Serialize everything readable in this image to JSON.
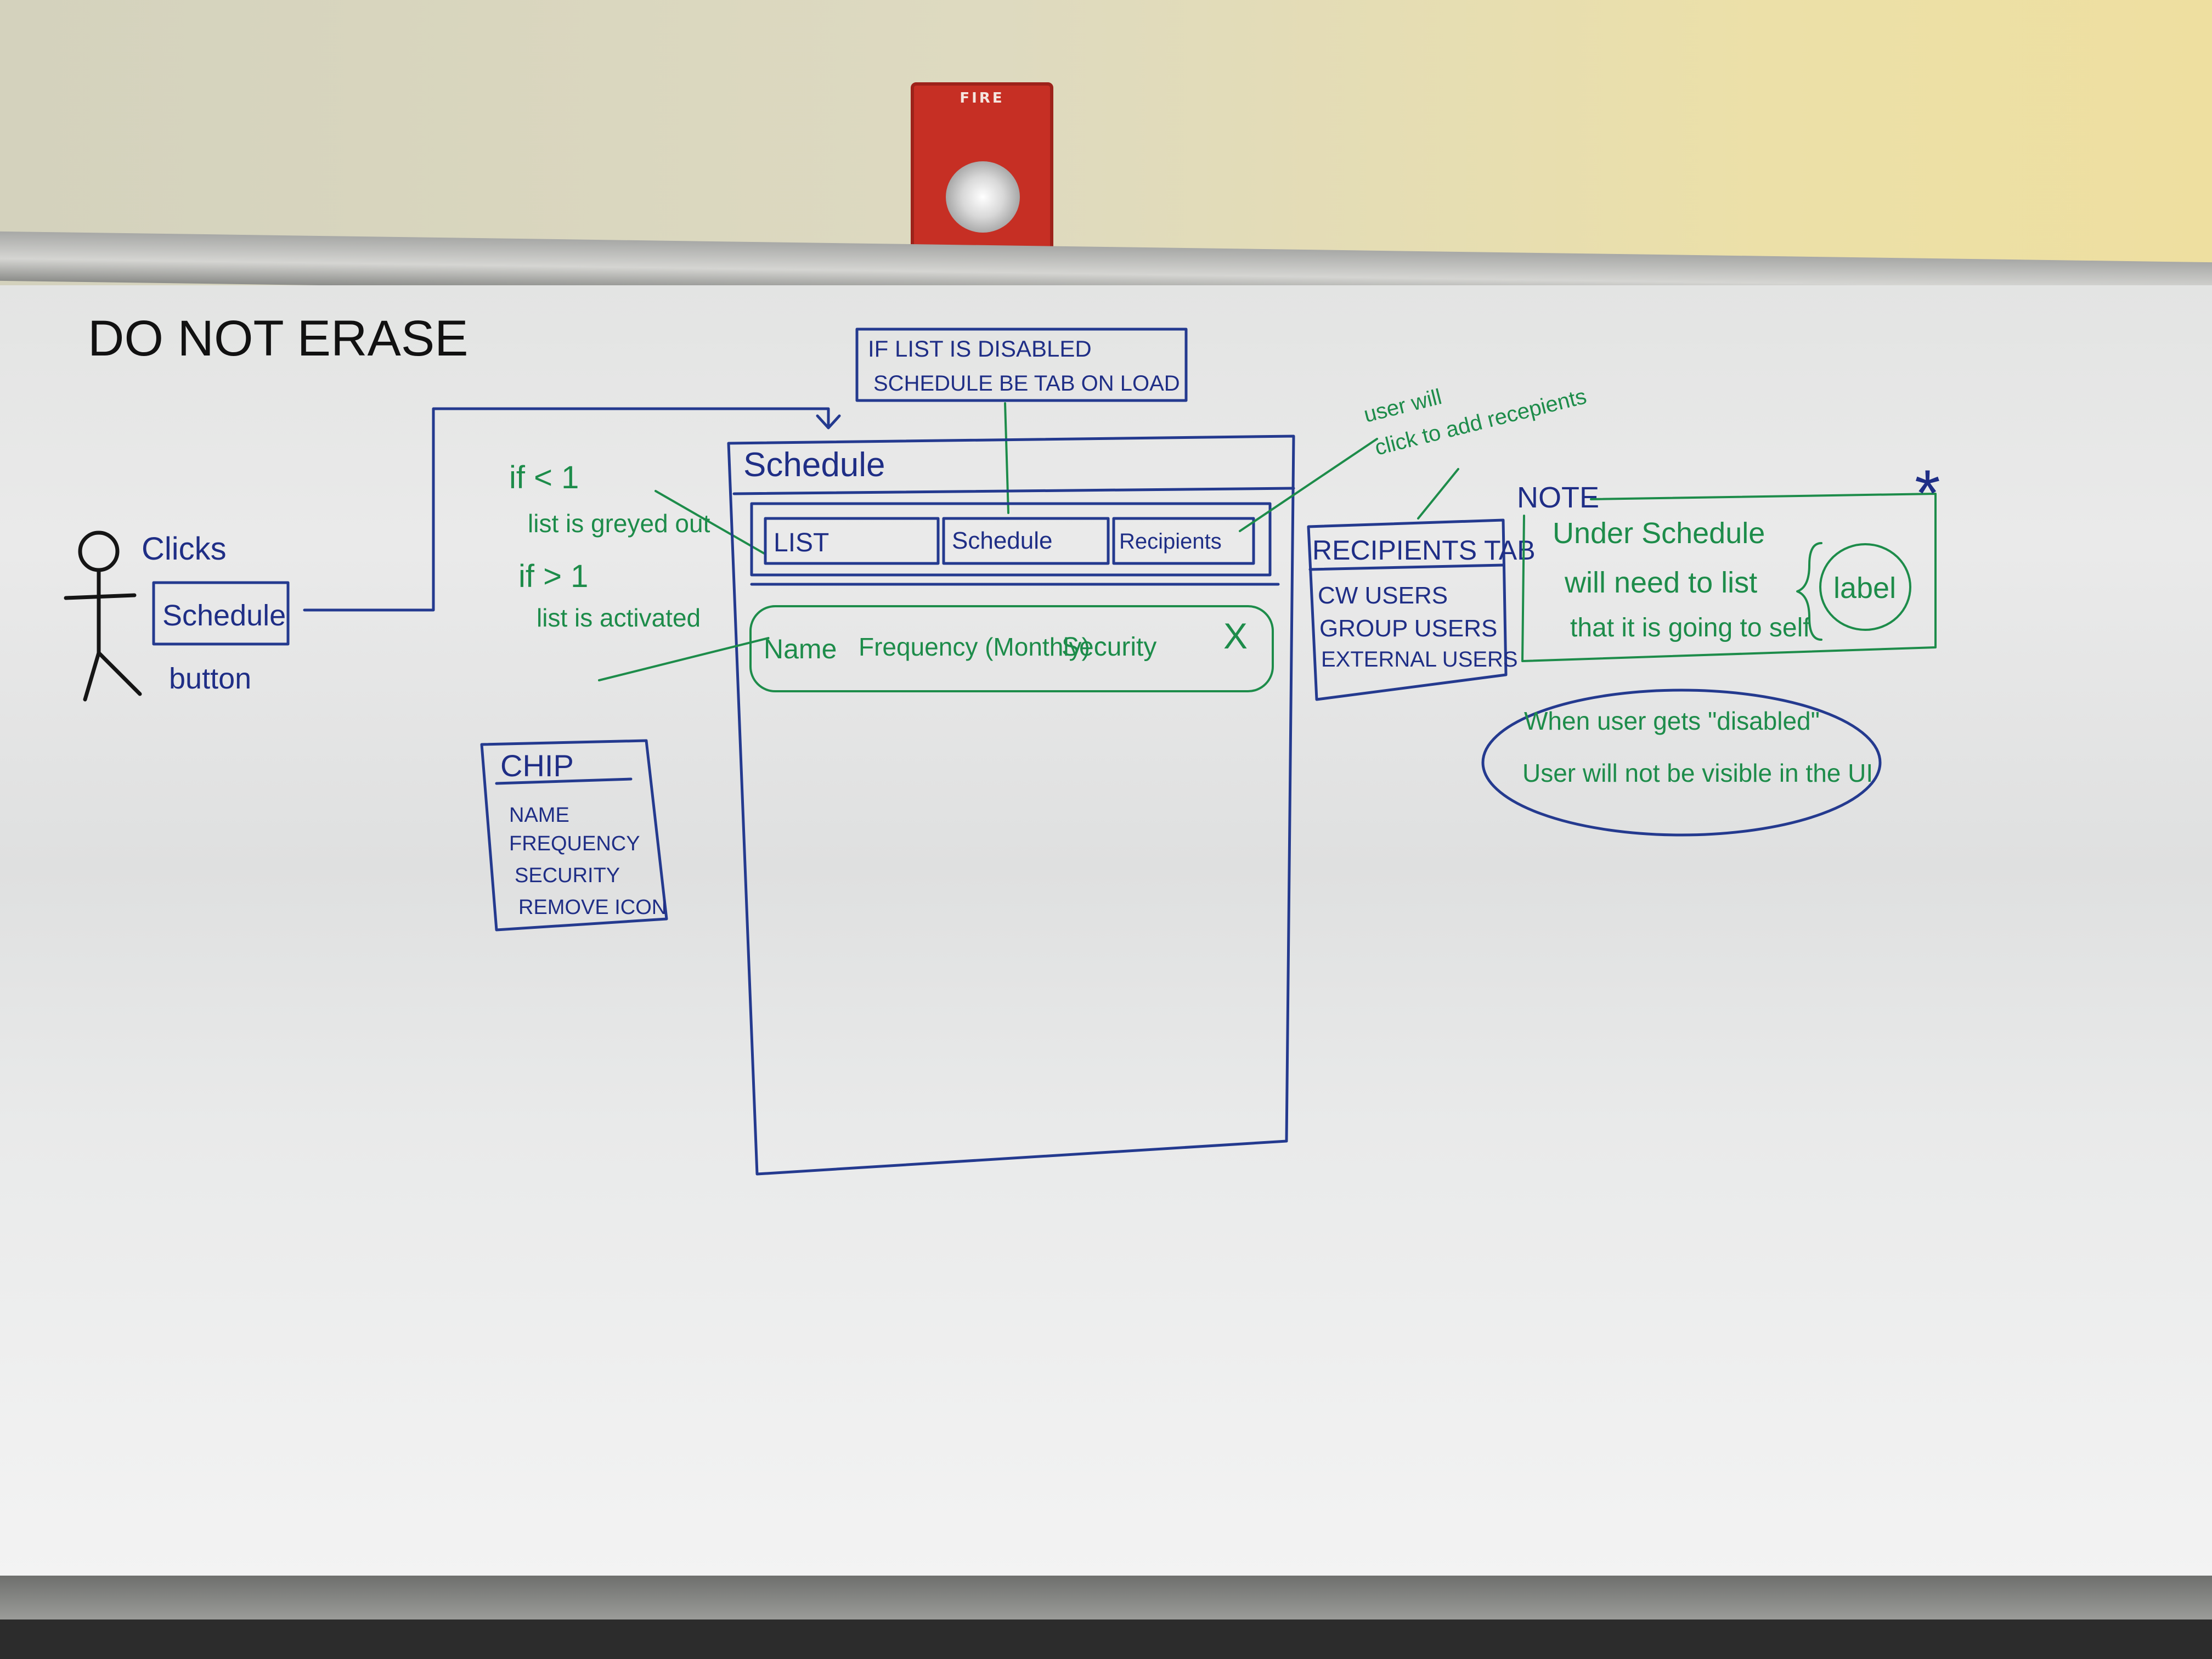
{
  "alarm": {
    "label": "FIRE"
  },
  "board": {
    "header": "DO NOT ERASE",
    "actor": {
      "clicks": "Clicks",
      "button": "Schedule",
      "button_word": "button"
    },
    "tab_notes": {
      "lt": "if < 1",
      "lt_detail": "list is greyed out",
      "gt": "if > 1",
      "gt_detail": "list is activated"
    },
    "top_note": {
      "line1": "IF LIST IS DISABLED",
      "line2": "SCHEDULE BE TAB ON LOAD"
    },
    "screen": {
      "title": "Schedule",
      "tabs": [
        "LIST",
        "Schedule",
        "Recipients"
      ],
      "chip": {
        "name": "Name",
        "frequency": "Frequency (Monthly)",
        "security": "Security",
        "remove": "X"
      }
    },
    "chip_box": {
      "title": "CHIP",
      "items": [
        "NAME",
        "FREQUENCY",
        "SECURITY",
        "REMOVE ICON"
      ]
    },
    "recipients_note": {
      "line1": "user will",
      "line2": "click to add recepients"
    },
    "recipients_tab": {
      "title": "RECIPIENTS TAB",
      "items": [
        "CW USERS",
        "GROUP USERS",
        "EXTERNAL USERS"
      ]
    },
    "note": {
      "title": "NOTE",
      "lines": [
        "Under Schedule",
        "will need to list",
        "that it is going to self"
      ],
      "label": "label",
      "star": "*"
    },
    "disabled_note": {
      "line1": "When user gets \"disabled\"",
      "line2": "User will not be visible in the UI"
    }
  }
}
